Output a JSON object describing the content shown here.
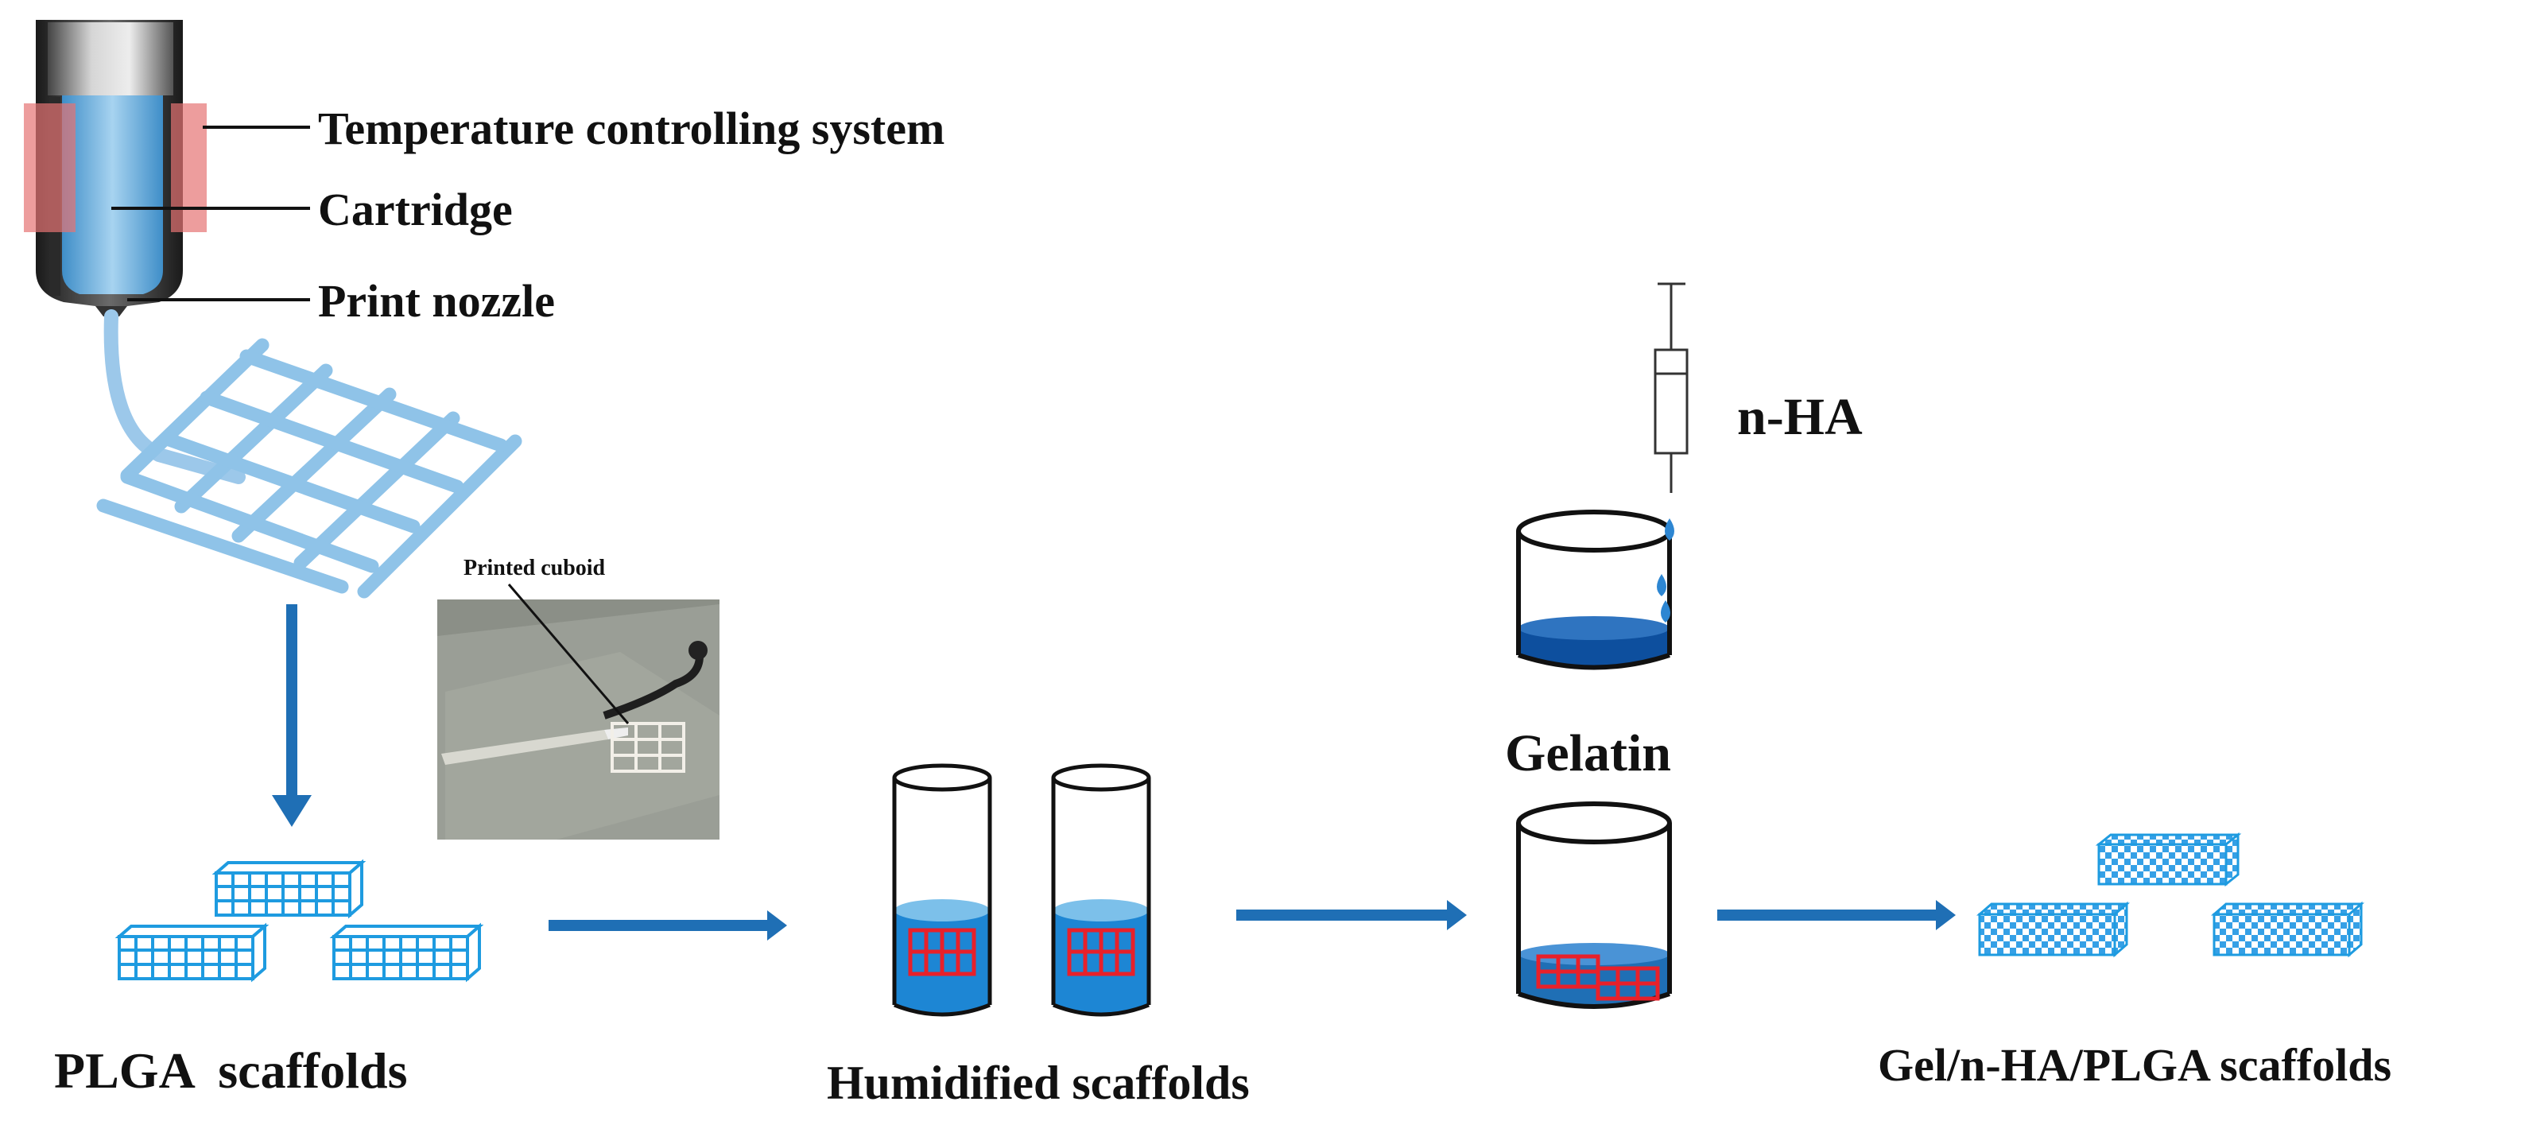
{
  "labels": {
    "temperature_system": "Temperature controlling system",
    "cartridge": "Cartridge",
    "print_nozzle": "Print nozzle",
    "printed_cuboid": "Printed cuboid",
    "n_ha": "n-HA",
    "gelatin": "Gelatin",
    "plga_scaffolds": "PLGA  scaffolds",
    "humidified_scaffolds": "Humidified scaffolds",
    "final_scaffolds": "Gel/n-HA/PLGA scaffolds"
  },
  "colors": {
    "arrow_blue": "#1f6fb5",
    "filament_blue": "#8fc3e8",
    "liquid_blue": "#3c8fd4",
    "deep_blue": "#0d4f9e",
    "grid_red": "#e8202a",
    "heater_red": "#e57373"
  }
}
